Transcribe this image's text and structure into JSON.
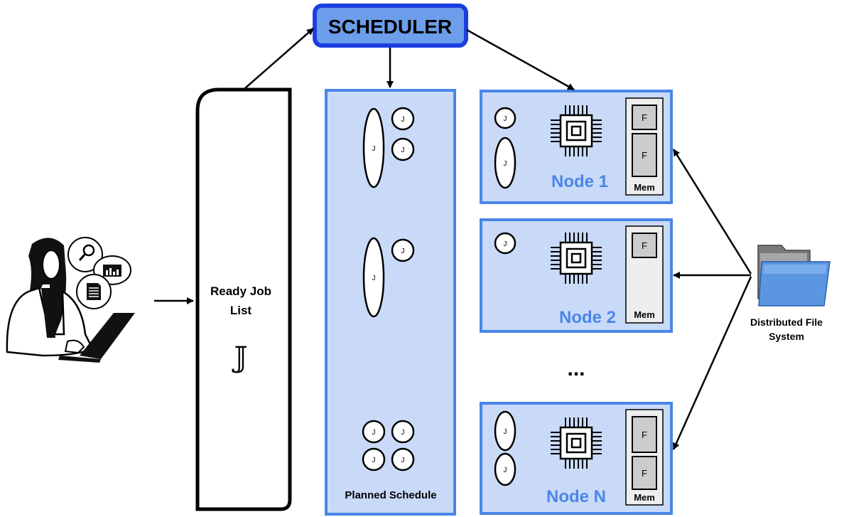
{
  "scheduler": {
    "label": "SCHEDULER"
  },
  "ready_list": {
    "title_line1": "Ready Job",
    "title_line2": "List",
    "symbol": "𝕁"
  },
  "planned": {
    "label": "Planned Schedule",
    "job_label": "J"
  },
  "nodes": [
    {
      "label": "Node 1",
      "mem_label": "Mem",
      "file_label": "F"
    },
    {
      "label": "Node 2",
      "mem_label": "Mem",
      "file_label": "F"
    },
    {
      "label": "Node N",
      "mem_label": "Mem",
      "file_label": "F"
    }
  ],
  "ellipsis": "...",
  "dfs": {
    "line1": "Distributed File",
    "line2": "System"
  },
  "colors": {
    "accent_blue": "#4a86e8",
    "panel_fill": "#c9daf8",
    "scheduler_fill": "#6d9eeb",
    "scheduler_stroke": "#1a3fe0",
    "node_label": "#4a86e8"
  },
  "icons": [
    "user-at-laptop-icon",
    "search-bubble-icon",
    "chart-bubble-icon",
    "document-bubble-icon",
    "cpu-chip-icon",
    "folder-icon"
  ]
}
